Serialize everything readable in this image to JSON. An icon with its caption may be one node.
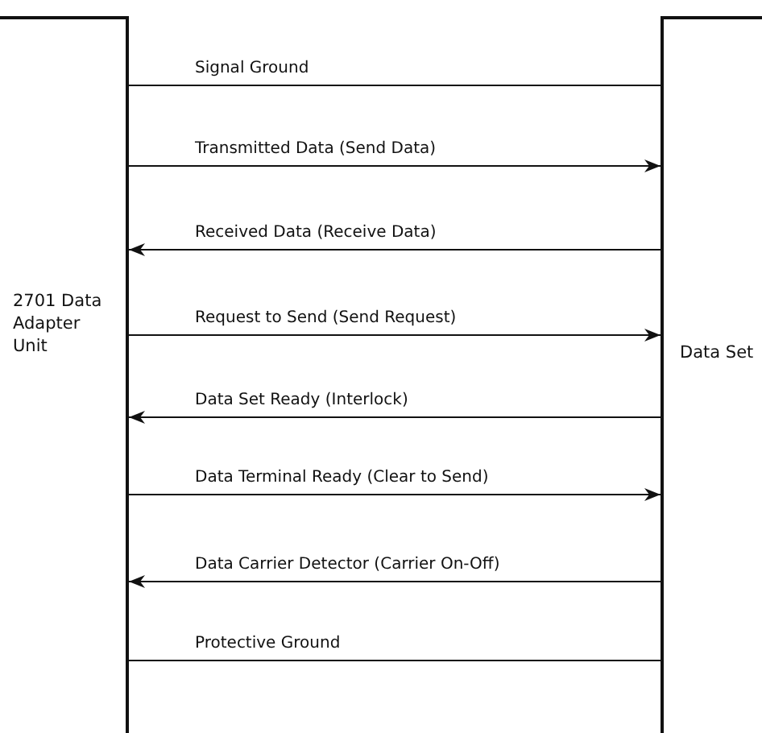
{
  "diagram": {
    "nodes": [
      {
        "text": [
          "2701 Data Adapter Unit"
        ]
      },
      {
        "text": [
          "Data Set"
        ]
      }
    ],
    "edges": [
      {
        "from": 0,
        "to": 1,
        "arrow": "none",
        "label": "Signal Ground"
      },
      {
        "from": 0,
        "to": 1,
        "arrow": "to",
        "label": "Transmitted Data (Send Data)"
      },
      {
        "from": 1,
        "to": 0,
        "arrow": "to",
        "label": "Received Data (Receive Data)"
      },
      {
        "from": 0,
        "to": 1,
        "arrow": "to",
        "label": "Request to Send (Send Request)"
      },
      {
        "from": 1,
        "to": 0,
        "arrow": "to",
        "label": "Data Set Ready (Interlock)"
      },
      {
        "from": 0,
        "to": 1,
        "arrow": "to",
        "label": "Data Terminal Ready (Clear to Send)"
      },
      {
        "from": 1,
        "to": 0,
        "arrow": "to",
        "label": "Data Carrier Detector (Carrier On-Off)"
      },
      {
        "from": 0,
        "to": 1,
        "arrow": "none",
        "label": "Protective Ground"
      }
    ]
  }
}
